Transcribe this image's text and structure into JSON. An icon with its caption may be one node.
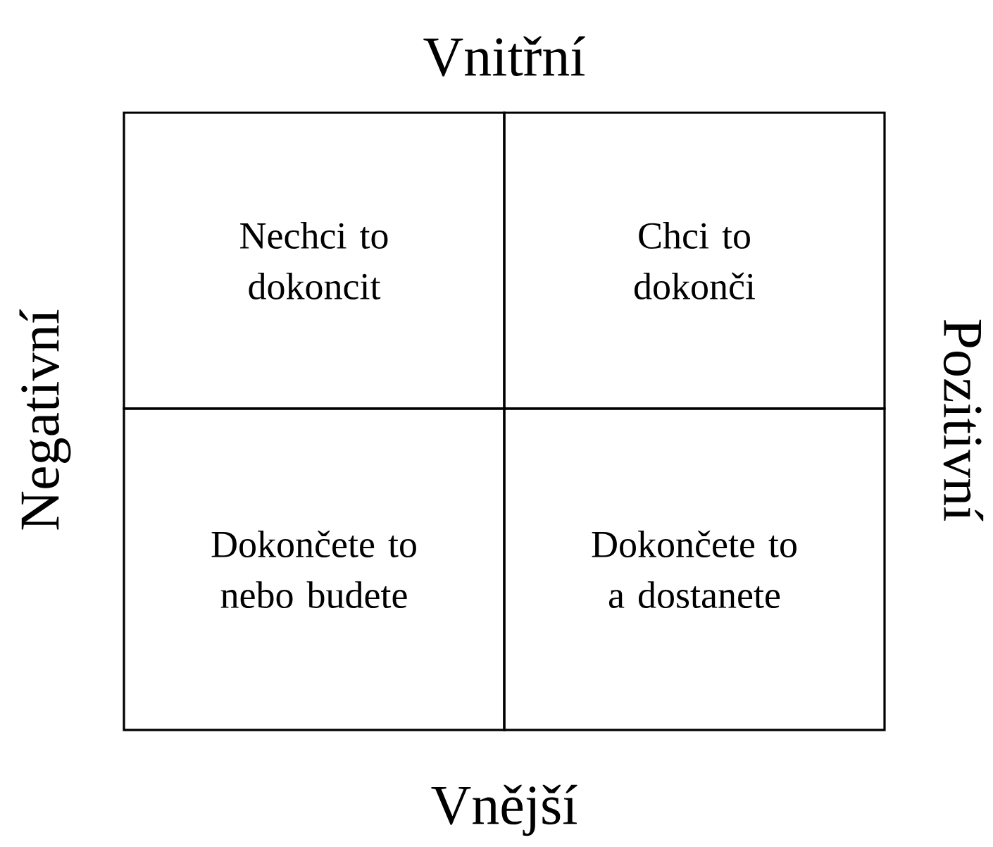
{
  "diagram": {
    "nodes": [
      {
        "text": [
          "Nechci to dokoncit"
        ]
      },
      {
        "text": [
          "Chci to dokonči"
        ]
      },
      {
        "text": [
          "Dokončete to nebo budete"
        ]
      },
      {
        "text": [
          "Dokončete to a dostanete"
        ]
      }
    ],
    "labels": [
      "Vnitřní",
      "Negativní",
      "Pozitivní",
      "Vnější"
    ]
  }
}
